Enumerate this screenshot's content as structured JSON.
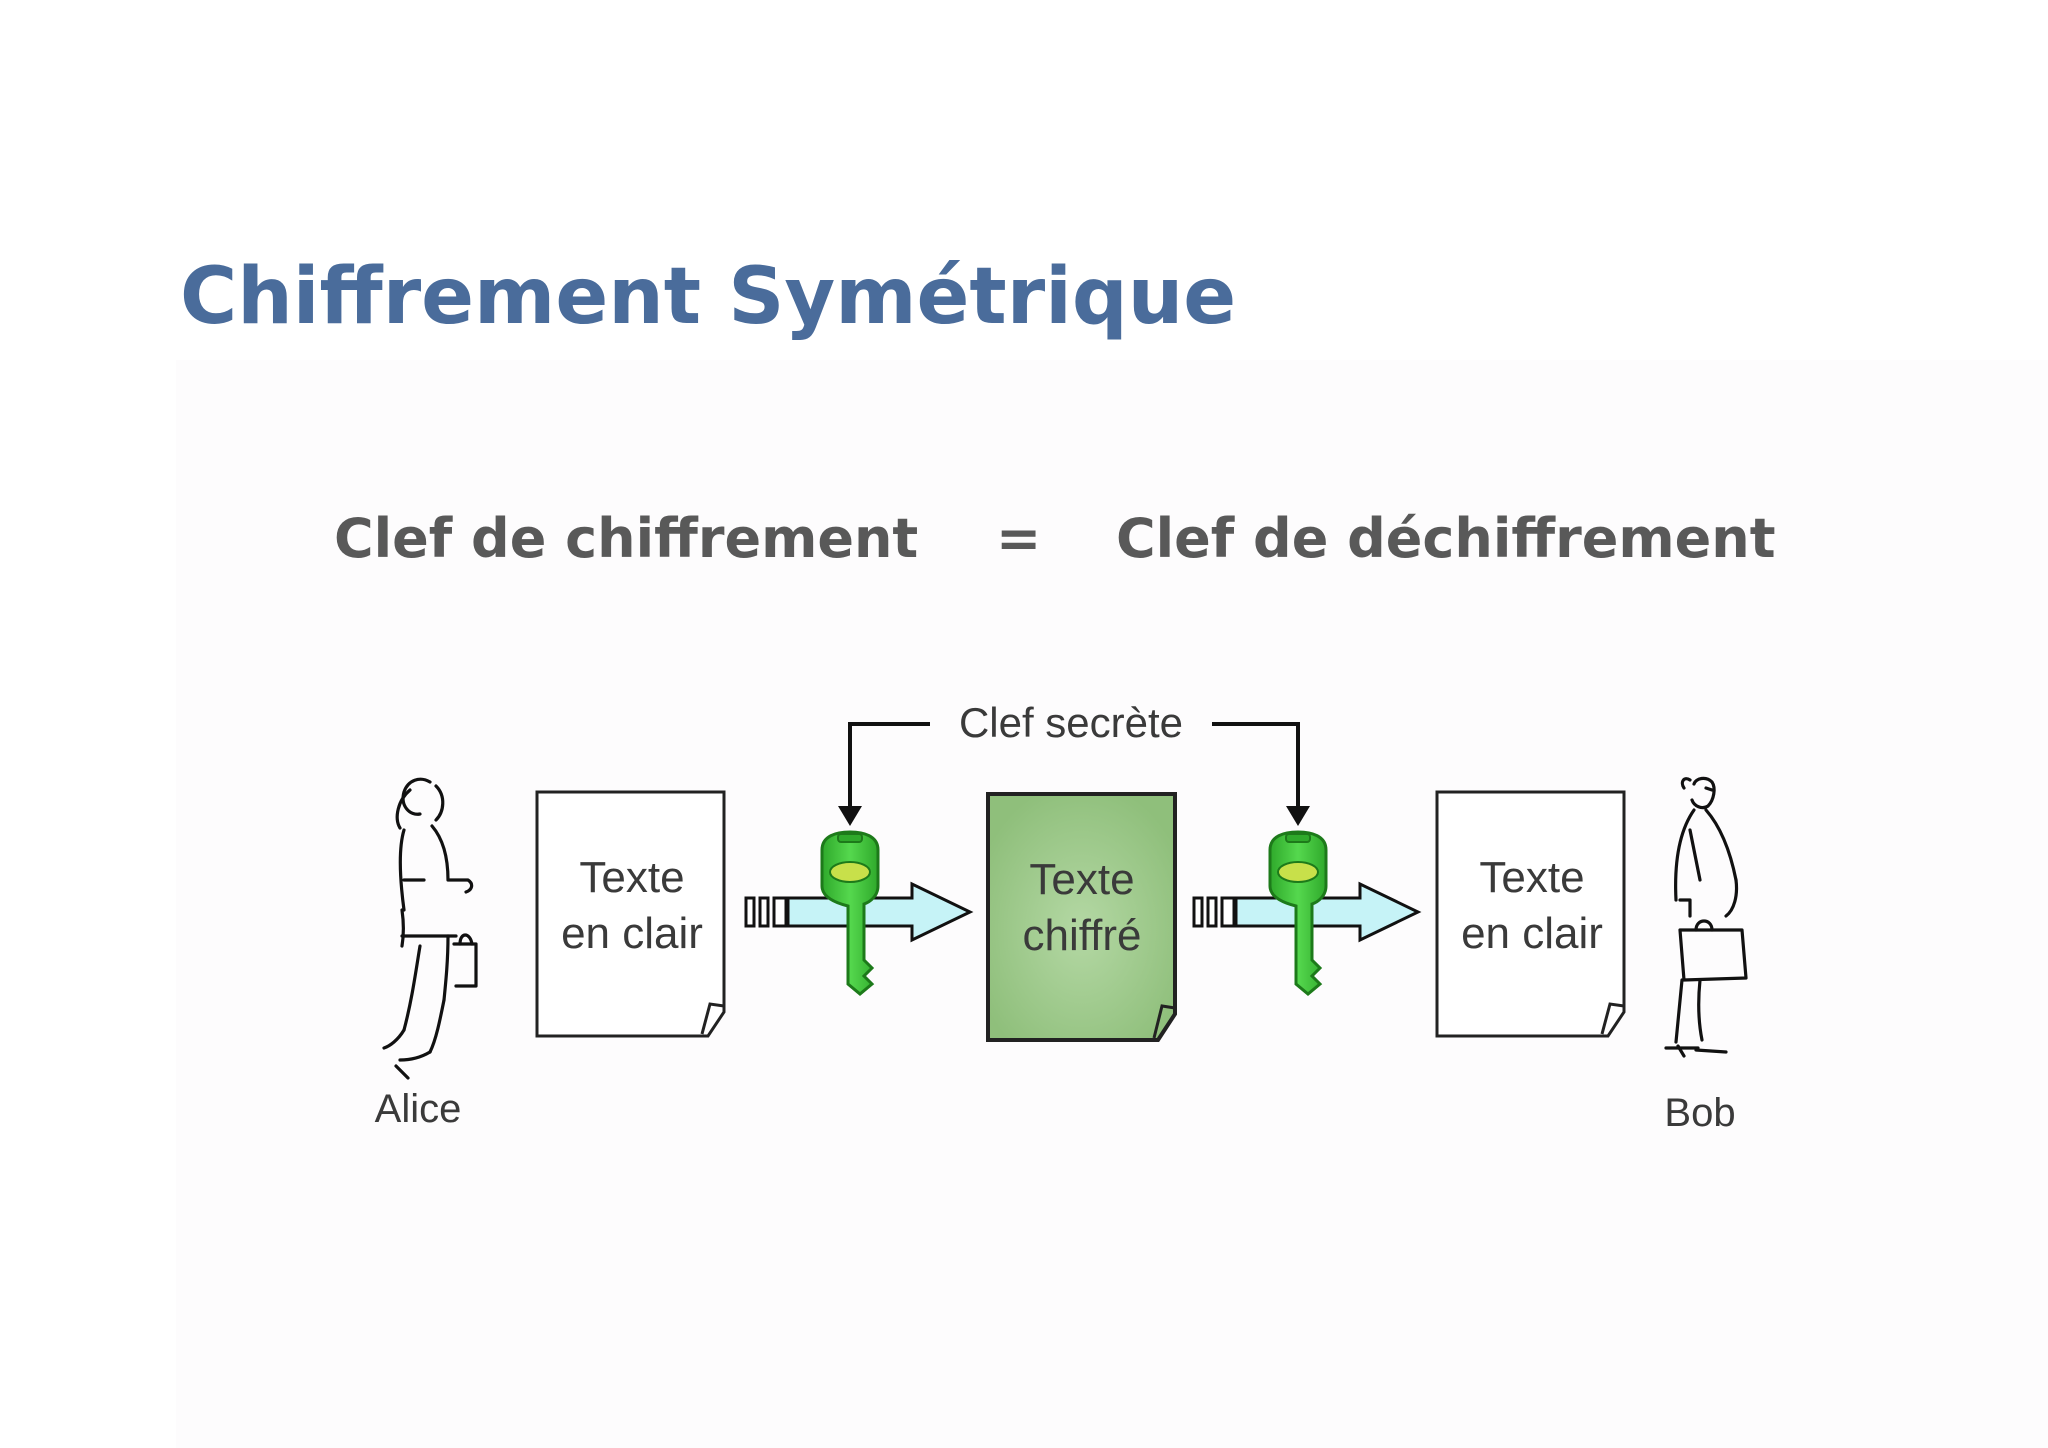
{
  "slide": {
    "title": "Chiffrement Symétrique"
  },
  "equation": {
    "left": "Clef de chiffrement",
    "sign": "=",
    "right": "Clef de déchiffrement"
  },
  "diagram": {
    "secret_key_label": "Clef secrète",
    "sender": "Alice",
    "receiver": "Bob",
    "doc_plain_left": [
      "Texte",
      "en clair"
    ],
    "doc_cipher": [
      "Texte",
      "chiffré"
    ],
    "doc_plain_right": [
      "Texte",
      "en clair"
    ]
  },
  "colors": {
    "title": "#4a6c9b",
    "equation_text": "#595959",
    "cipher_doc_fill": "#9dc88a",
    "key_green": "#3fc23a",
    "key_yellow": "#c8e04a",
    "arrow_fill": "#c6f3f7"
  },
  "icons": {
    "sender": "person-woman-icon",
    "receiver": "person-man-icon",
    "key": "key-icon",
    "arrow": "right-arrow-icon"
  }
}
